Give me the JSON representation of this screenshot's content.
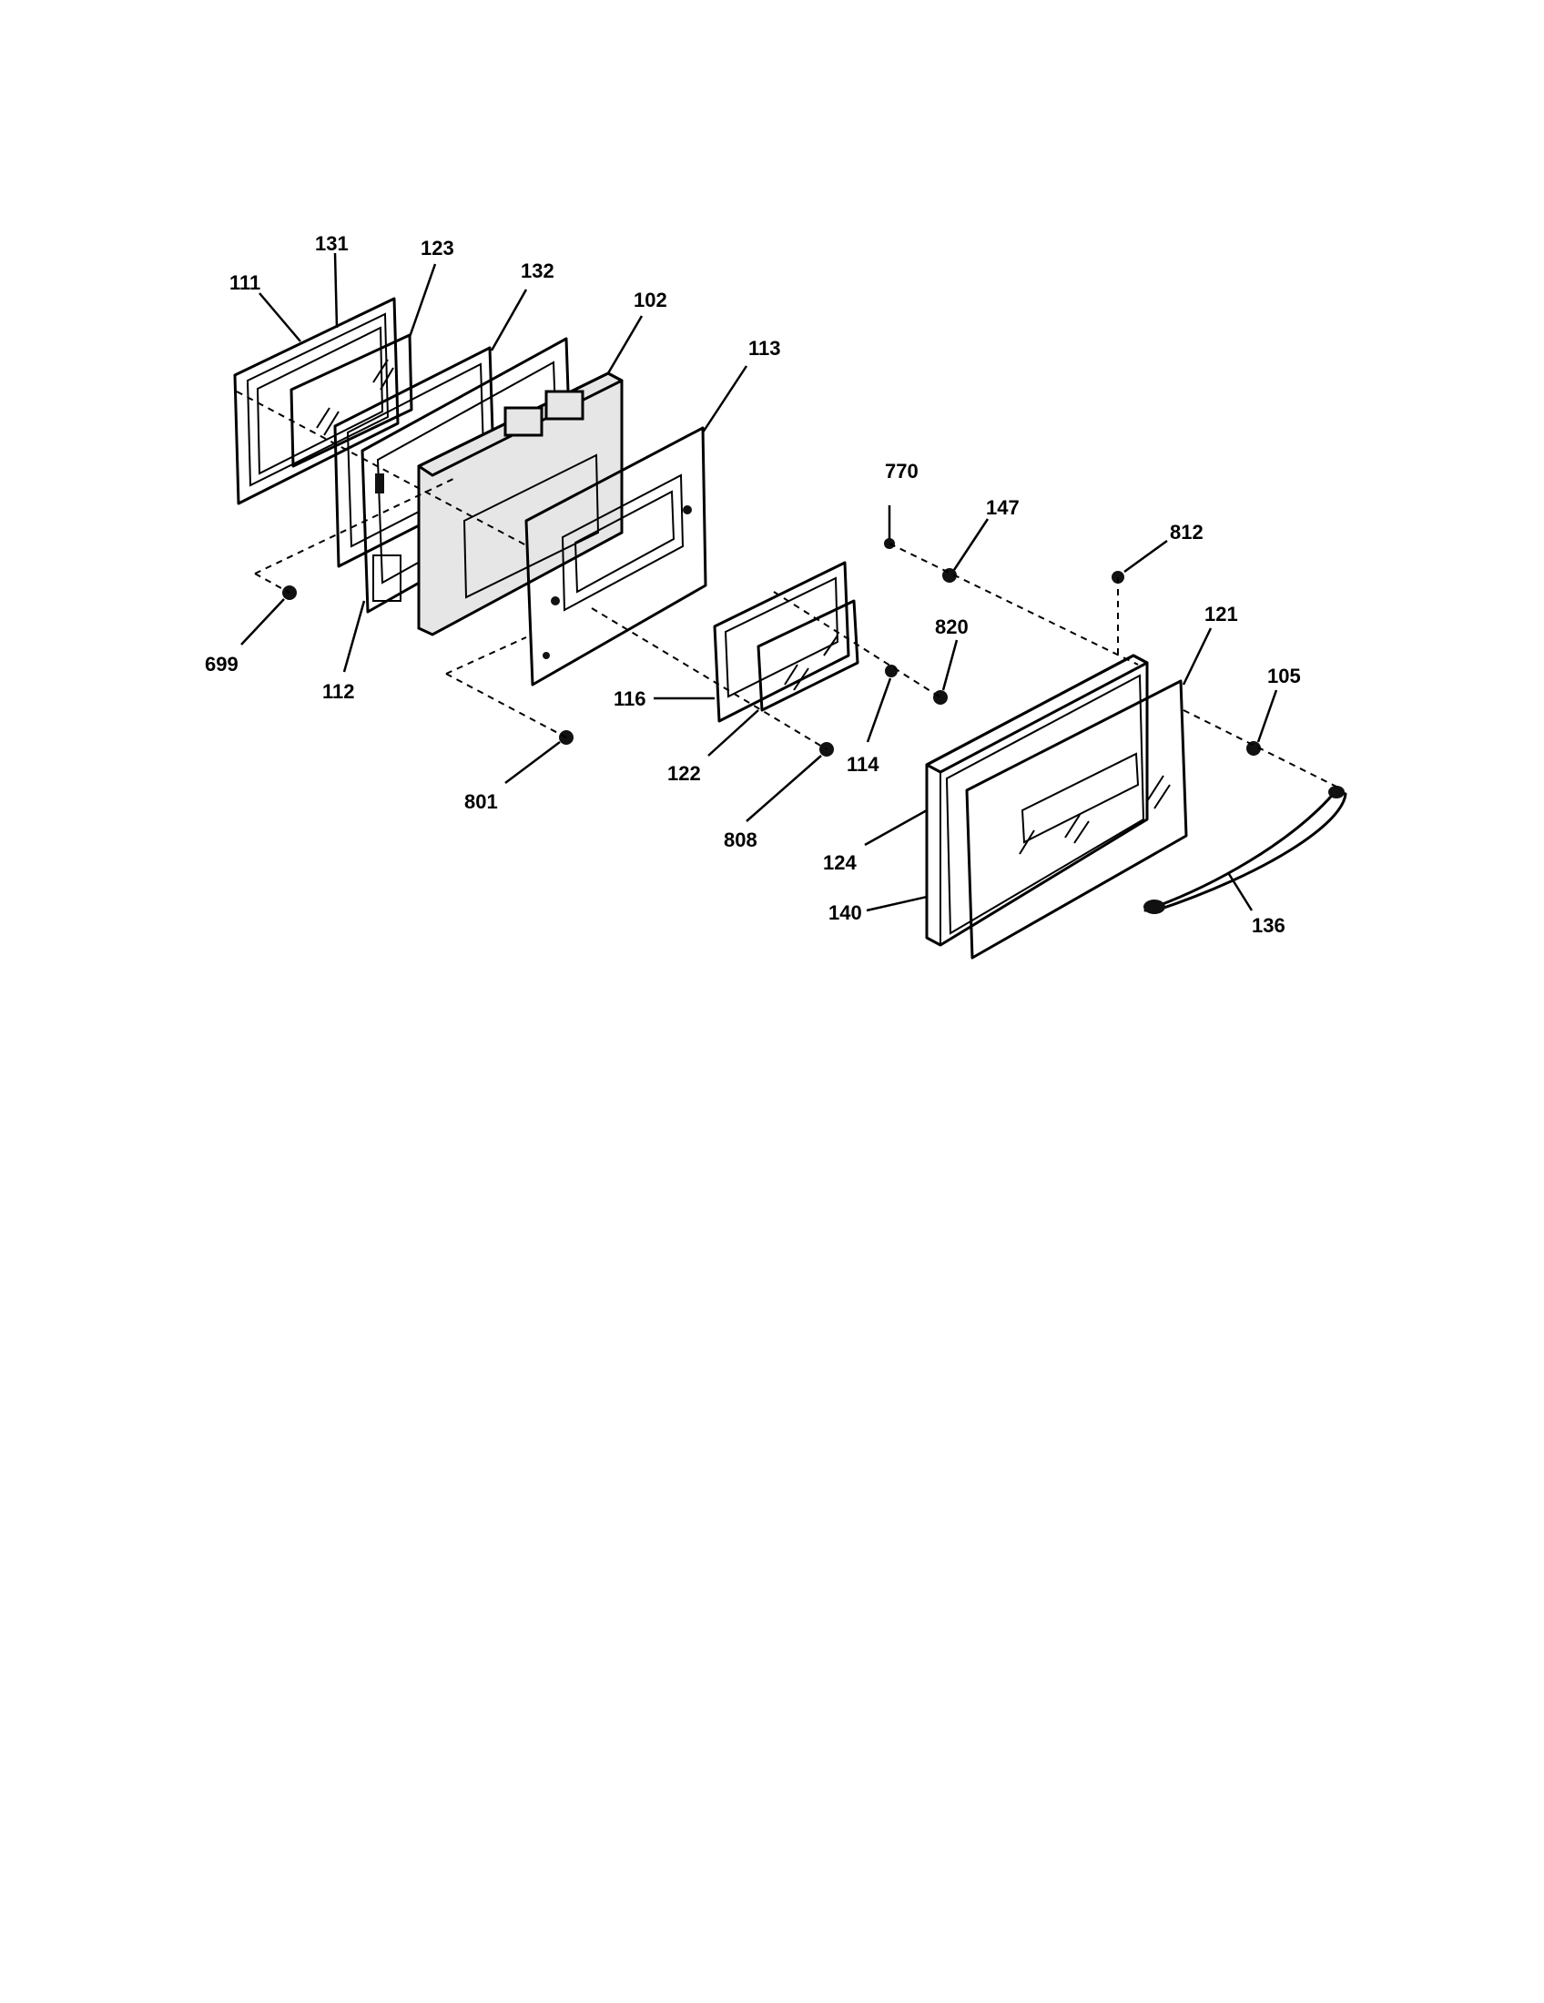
{
  "callouts": {
    "p111": "111",
    "p131": "131",
    "p123": "123",
    "p132": "132",
    "p102": "102",
    "p113": "113",
    "p770": "770",
    "p147": "147",
    "p812": "812",
    "p121": "121",
    "p105": "105",
    "p699": "699",
    "p112": "112",
    "p116": "116",
    "p820": "820",
    "p801": "801",
    "p122": "122",
    "p114": "114",
    "p808": "808",
    "p124": "124",
    "p140": "140",
    "p136": "136"
  }
}
